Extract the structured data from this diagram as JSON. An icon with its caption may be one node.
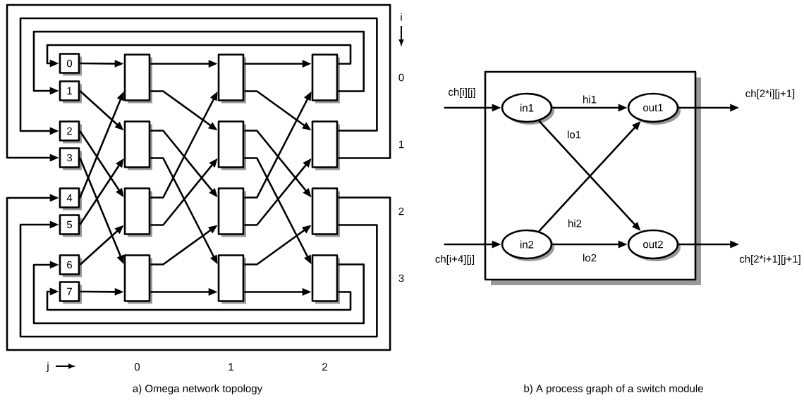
{
  "diagram": {
    "nodes": [
      {
        "text": [
          "0"
        ]
      },
      {
        "text": [
          "1"
        ]
      },
      {
        "text": [
          "2"
        ]
      },
      {
        "text": [
          "3"
        ]
      },
      {
        "text": [
          "4"
        ]
      },
      {
        "text": [
          "5"
        ]
      },
      {
        "text": [
          "6"
        ]
      },
      {
        "text": [
          "7"
        ]
      },
      {
        "text": [],
        "shape": "box"
      },
      {
        "text": [],
        "shape": "box"
      },
      {
        "text": [],
        "shape": "box"
      },
      {
        "text": [],
        "shape": "box"
      },
      {
        "text": [],
        "shape": "box"
      },
      {
        "text": [],
        "shape": "box"
      },
      {
        "text": [],
        "shape": "box"
      },
      {
        "text": [],
        "shape": "box"
      },
      {
        "text": [],
        "shape": "box"
      },
      {
        "text": [],
        "shape": "box"
      },
      {
        "text": [],
        "shape": "box"
      },
      {
        "text": [],
        "shape": "box"
      },
      {
        "text": [],
        "shape": "box"
      },
      {
        "text": [
          "in1"
        ],
        "in": 20
      },
      {
        "text": [
          "out1"
        ],
        "in": 20
      },
      {
        "text": [
          "in2"
        ],
        "in": 20
      },
      {
        "text": [
          "out2"
        ],
        "in": 20
      }
    ],
    "edges": [
      {
        "from": 0,
        "to": 8,
        "arrow": "to"
      },
      {
        "from": 1,
        "to": 9,
        "arrow": "to"
      },
      {
        "from": 2,
        "to": 10,
        "arrow": "to"
      },
      {
        "from": 3,
        "to": 11,
        "arrow": "to"
      },
      {
        "from": 4,
        "to": 8,
        "arrow": "to"
      },
      {
        "from": 5,
        "to": 9,
        "arrow": "to"
      },
      {
        "from": 6,
        "to": 10,
        "arrow": "to"
      },
      {
        "from": 7,
        "to": 11,
        "arrow": "to"
      },
      {
        "from": 8,
        "to": 12,
        "arrow": "to"
      },
      {
        "from": 8,
        "to": 13,
        "arrow": "to"
      },
      {
        "from": 9,
        "to": 14,
        "arrow": "to"
      },
      {
        "from": 9,
        "to": 15,
        "arrow": "to"
      },
      {
        "from": 10,
        "to": 12,
        "arrow": "to"
      },
      {
        "from": 10,
        "to": 13,
        "arrow": "to"
      },
      {
        "from": 11,
        "to": 14,
        "arrow": "to"
      },
      {
        "from": 11,
        "to": 15,
        "arrow": "to"
      },
      {
        "from": 12,
        "to": 16,
        "arrow": "to"
      },
      {
        "from": 12,
        "to": 17,
        "arrow": "to"
      },
      {
        "from": 13,
        "to": 18,
        "arrow": "to"
      },
      {
        "from": 13,
        "to": 19,
        "arrow": "to"
      },
      {
        "from": 14,
        "to": 16,
        "arrow": "to"
      },
      {
        "from": 14,
        "to": 17,
        "arrow": "to"
      },
      {
        "from": 15,
        "to": 18,
        "arrow": "to"
      },
      {
        "from": 15,
        "to": 19,
        "arrow": "to"
      },
      {
        "from": 16,
        "to": 0,
        "arrow": "to"
      },
      {
        "from": 16,
        "to": 1,
        "arrow": "to"
      },
      {
        "from": 17,
        "to": 2,
        "arrow": "to"
      },
      {
        "from": 17,
        "to": 3,
        "arrow": "to"
      },
      {
        "from": 18,
        "to": 4,
        "arrow": "to"
      },
      {
        "from": 18,
        "to": 5,
        "arrow": "to"
      },
      {
        "from": 19,
        "to": 6,
        "arrow": "to"
      },
      {
        "from": 19,
        "to": 7,
        "arrow": "to"
      },
      {
        "from": null,
        "to": 21,
        "arrow": "to",
        "label": "ch[i][j]"
      },
      {
        "from": null,
        "to": 23,
        "arrow": "to",
        "label": "ch[i+4][j]"
      },
      {
        "from": 21,
        "to": 22,
        "arrow": "to",
        "label": "hi1"
      },
      {
        "from": 21,
        "to": 24,
        "arrow": "to",
        "label": "lo1"
      },
      {
        "from": 23,
        "to": 22,
        "arrow": "to",
        "label": "hi2"
      },
      {
        "from": 23,
        "to": 24,
        "arrow": "to",
        "label": "lo2"
      },
      {
        "from": 22,
        "to": null,
        "arrow": "to",
        "label": "ch[2*i][j+1]"
      },
      {
        "from": 24,
        "to": null,
        "arrow": "to",
        "label": "ch[2*i+1][j+1]"
      }
    ],
    "labels": [
      "i",
      "0",
      "1",
      "2",
      "3",
      "j",
      "0",
      "1",
      "2",
      "a) Omega network topology",
      "b) A process graph of a switch module"
    ]
  }
}
